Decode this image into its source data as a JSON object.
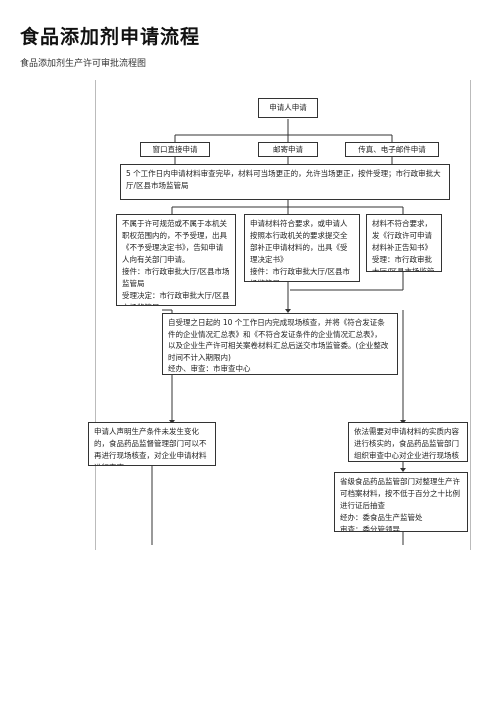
{
  "title": "食品添加剂申请流程",
  "subtitle": "食品添加剂生产许可审批流程图",
  "flow": {
    "apply": "申请人申请",
    "channels": [
      "窗口直接申请",
      "邮寄申请",
      "传真、电子邮件申请"
    ],
    "receive": "5 个工作日内申请材料审查完毕，材料可当场更正的，允许当场更正，按件受理；市行政审批大厅/区县市场监管局",
    "branch_reject": [
      "不属于许可规范或不属于本机关职权范围内的，不予受理，出具《不予受理决定书》，告知申请人向有关部门申请。",
      "接件：市行政审批大厅/区县市场监管局",
      "受理决定：市行政审批大厅/区县市场监管局"
    ],
    "branch_accept": [
      "申请材料符合要求，或申请人按照本行政机关的要求提交全部补正申请材料的，出具《受理决定书》",
      "接件：市行政审批大厅/区县市场监管局"
    ],
    "branch_incomplete": [
      "材料不符合要求，发《行政许可申请材料补正告知书》",
      "受理：市行政审批大厅/区县市场监管局"
    ],
    "review": [
      "自受理之日起的 10 个工作日内完成现场核查，并将《符合发证条件的企业情况汇总表》和《不符合发证条件的企业情况汇总表》，",
      "以及企业生产许可相关案卷材料汇总后送交市场监管委。(企业整改时间不计入期限内)",
      "经办、审查：市审查中心"
    ],
    "change": "申请人声明生产条件未发生变化的，食品药品监督管理部门可以不再进行现场核查，对企业申请材料进行审查",
    "onsite": "依法需要对申请材料的实质内容进行核实的，食品药品监管部门组织审查中心对企业进行现场核查",
    "province": [
      "省级食品药品监管部门对整理生产许可档案材料，按不低于百分之十比例进行证后抽查",
      "经办：委食品生产监管处",
      "审查：委分管领导"
    ]
  }
}
